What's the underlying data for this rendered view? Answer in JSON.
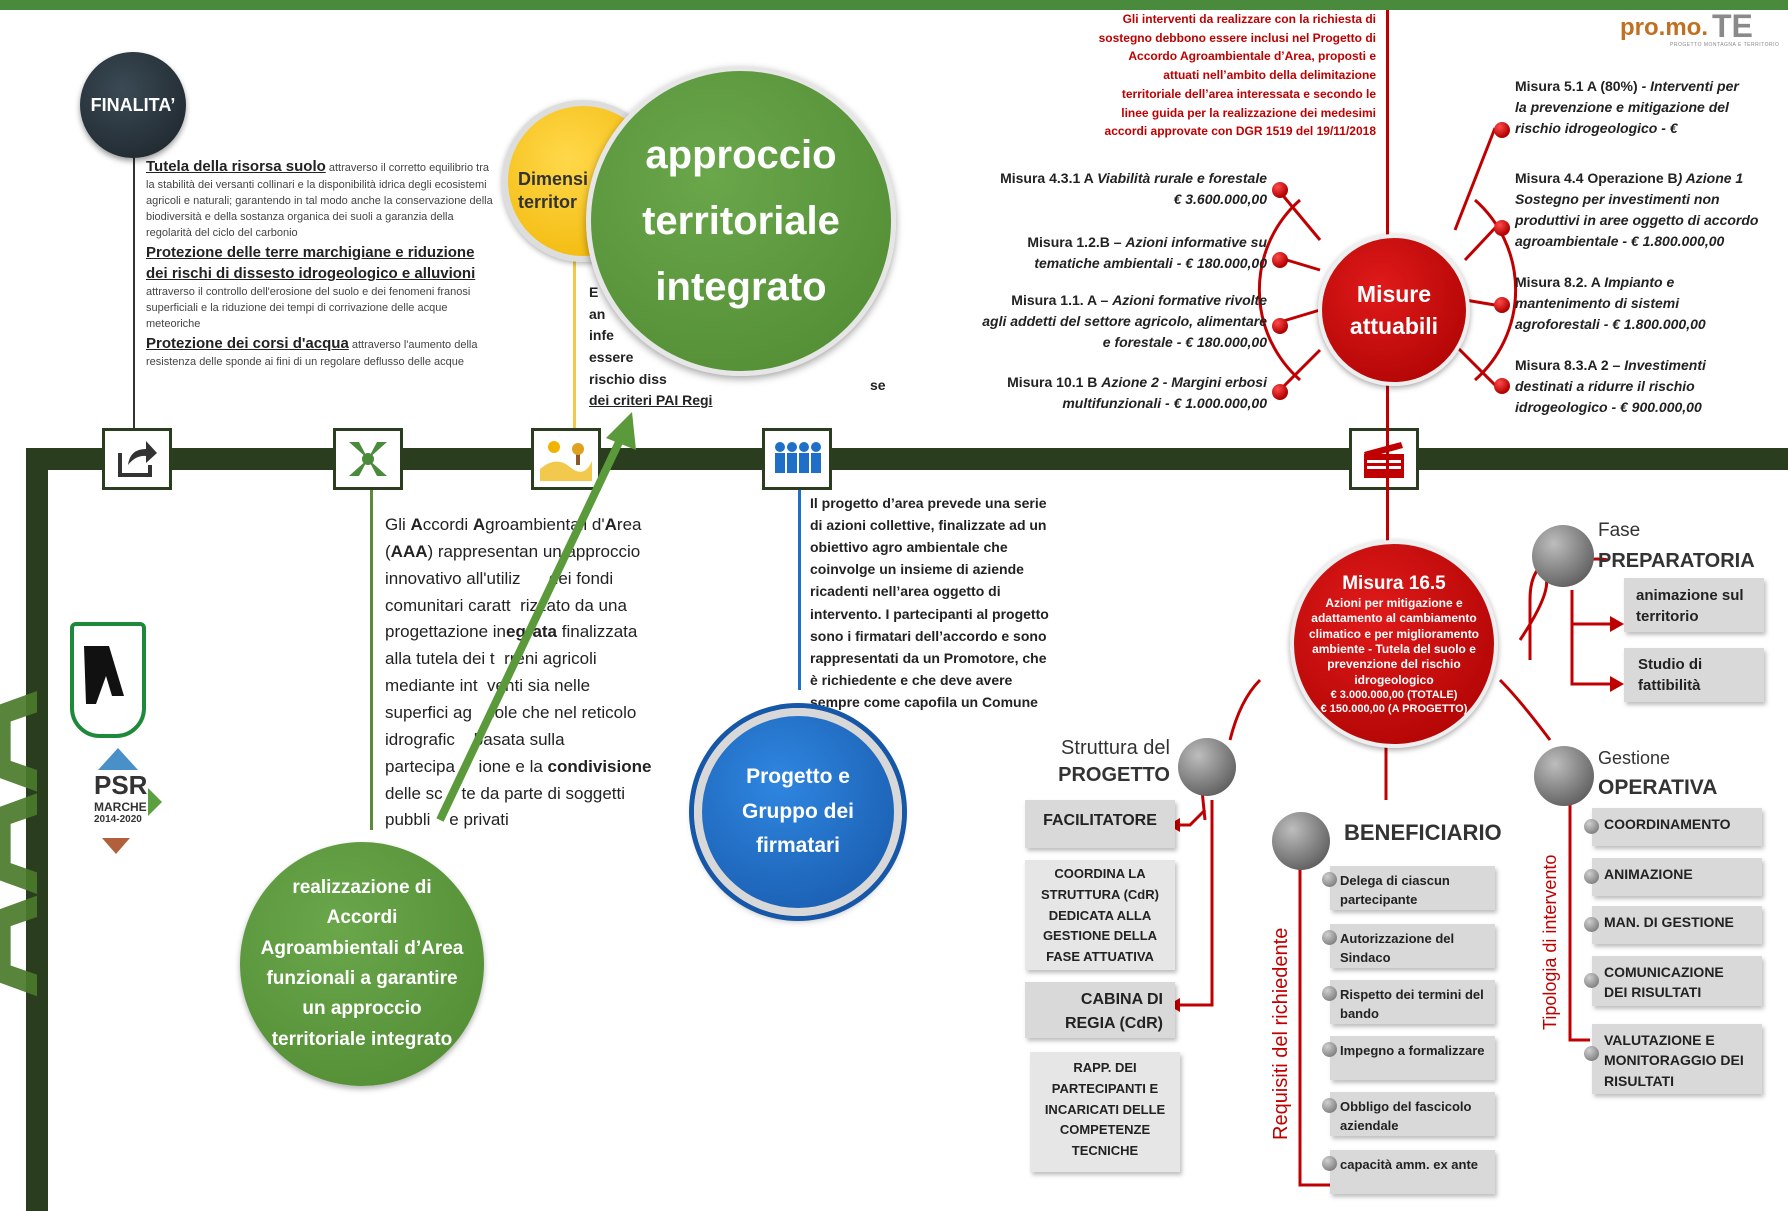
{
  "logo": {
    "text": "pro.mo.",
    "mark": "TE",
    "tagline": "PROGETTO MONTAGNA E TERRITORIO"
  },
  "finalita": {
    "badge": "FINALITA’",
    "p1_title": "Tutela della risorsa suolo",
    "p1_text": " attraverso il corretto equilibrio tra la stabilità dei versanti collinari e la disponibilità idrica degli ecosistemi agricoli e naturali; garantendo in tal modo anche la conservazione della biodiversità e della sostanza organica dei suoli a garanzia della regolarità del ciclo del carbonio",
    "p2_title": "Protezione delle terre marchigiane e riduzione dei rischi di dissesto idrogeologico e alluvioni",
    "p2_text": " attraverso il controllo dell'erosione del suolo e dei fenomeni franosi superficiali e la riduzione dei tempi di corrivazione delle acque meteoriche",
    "p3_title": "Protezione dei corsi d'acqua",
    "p3_text": " attraverso l'aumento della resistenza delle sponde ai fini di un regolare deflusso delle acque"
  },
  "dimensione": {
    "badge_l1": "Dimensi",
    "badge_l2": "territor",
    "text_l1": "E",
    "text_l2": "an",
    "text_l3": "infe",
    "text_l4": "essere",
    "text_l5": "rischio diss",
    "text_l6": "dei criteri PAI Regi",
    "text_tail": "se"
  },
  "big_circle": {
    "l1": "approccio",
    "l2": "territoriale",
    "l3": "integrato"
  },
  "aaa_text": {
    "parts": [
      "Gli ",
      "A",
      "ccordi ",
      "A",
      "groambie",
      "ntali d'",
      "A",
      "rea"
    ],
    "line2a": "(",
    "line2b": "AAA",
    "line2c": ") rappresentan",
    "line2d": "un approccio",
    "line3": "innovativo all'utiliz      dei fondi",
    "line4": "comunitari caratt  rizzato da una",
    "line5a": "progettazione in",
    "line5b": "egrata",
    "line5c": " finalizzata",
    "line6": "alla tutela dei t  rreni agricoli",
    "line7": "mediante int  venti sia nelle",
    "line8": "superfici ag   cole che nel reticolo",
    "line9": "idrografic    basata sulla",
    "line10a": "partecipa     ione e la ",
    "line10b": "condivisione",
    "line11": "delle sc    te da parte di soggetti",
    "line12": "pubbli    e privati"
  },
  "green_circle": {
    "l1": "realizzazione di",
    "l2": "Accordi",
    "l3": "Agroambientali d’Area",
    "l4": "funzionali a garantire",
    "l5": "un approccio",
    "l6": "territoriale integrato"
  },
  "progetto_text": [
    "Il progetto d’area prevede una serie",
    "di azioni collettive, finalizzate ad un",
    "obiettivo agro ambientale che",
    "coinvolge un insieme di aziende",
    "ricadenti nell’area oggetto di",
    "intervento. I partecipanti al progetto",
    "sono i firmatari dell’accordo e sono",
    "rappresentati da un Promotore, che",
    "è richiedente e che deve avere",
    "sempre come capofila un Comune"
  ],
  "blue_circle": {
    "l1": "Progetto e",
    "l2": "Gruppo dei",
    "l3": "firmatari"
  },
  "interventi_note": [
    "Gli interventi da realizzare con la richiesta di",
    "sostegno debbono essere inclusi nel Progetto di",
    "Accordo Agroambientale d’Area, proposti e",
    "attuati nell’ambito della delimitazione",
    "territoriale dell’area interessata e secondo le",
    "linee guida per la realizzazione dei medesimi",
    "accordi approvate con DGR 1519 del 19/11/2018"
  ],
  "misure_hub": {
    "l1": "Misure",
    "l2": "attuabili"
  },
  "measures_left": [
    {
      "name": "Misura 4.3.1 A ",
      "desc": "Viabilità rurale e forestale",
      "amount": "€ 3.600.000,00"
    },
    {
      "name": "Misura 1.2.B – ",
      "desc": "Azioni informative su",
      "amount": "tematiche ambientali - € 180.000,00"
    },
    {
      "name": "Misura 1.1. A – ",
      "desc": "Azioni formative rivolte",
      "l2": "agli addetti del settore agricolo, alimentare",
      "amount": "e forestale - € 180.000,00"
    },
    {
      "name": "Misura 10.1 B ",
      "desc": "Azione 2 - Margini erbosi",
      "amount": "multifunzionali - € 1.000.000,00"
    }
  ],
  "measures_right": [
    {
      "name": "Misura 5.1 A (80%) ",
      "desc": "- Interventi per",
      "l2": "la prevenzione e mitigazione del",
      "l3": "rischio idrogeologico - €"
    },
    {
      "name": "Misura 4.4 Operazione B",
      "desc": ") Azione 1",
      "l2": "Sostegno per investimenti non",
      "l3": "produttivi in aree oggetto di accordo",
      "l4": "agroambientale - € 1.800.000,00"
    },
    {
      "name": "Misura 8.2. A ",
      "desc": "Impianto e",
      "l2": "mantenimento di sistemi",
      "l3": "agroforestali - € 1.800.000,00"
    },
    {
      "name": "Misura 8.3.A 2 – ",
      "desc": "Investimenti",
      "l2": "destinati a ridurre il rischio",
      "l3": "idrogeologico - € 900.000,00"
    }
  ],
  "misura165": {
    "title": "Misura 16.5",
    "l1": "Azioni per mitigazione e",
    "l2": "adattamento al cambiamento",
    "l3": "climatico e per miglioramento",
    "l4": "ambiente - Tutela del suolo e",
    "l5": "prevenzione del rischio",
    "l6": "idrogeologico",
    "l7": "€ 3.000.000,00 (TOTALE)",
    "l8": "€ 150.000,00 (A PROGETTO)"
  },
  "fase": {
    "t1": "Fase",
    "t2": "PREPARATORIA",
    "items": [
      "animazione sul territorio",
      "Studio di fattibilità"
    ]
  },
  "struttura": {
    "t1": "Struttura del",
    "t2": "PROGETTO",
    "facilitatore": "FACILITATORE",
    "fac_desc": [
      "COORDINA LA",
      "STRUTTURA (CdR)",
      "DEDICATA ALLA",
      "GESTIONE DELLA",
      "FASE ATTUATIVA"
    ],
    "cabina": [
      "CABINA DI",
      "REGIA (CdR)"
    ],
    "cabina_desc": [
      "RAPP. DEI",
      "PARTECIPANTI E",
      "INCARICATI DELLE",
      "COMPETENZE",
      "TECNICHE"
    ]
  },
  "beneficiario": {
    "title": "BENEFICIARIO",
    "vertical": "Requisiti del richiedente",
    "items": [
      "Delega di ciascun partecipante",
      "Autorizzazione del Sindaco",
      "Rispetto dei termini del bando",
      "Impegno a formalizzare",
      "Obbligo del fascicolo aziendale",
      "capacità amm. ex ante"
    ]
  },
  "gestione": {
    "t1": "Gestione",
    "t2": "OPERATIVA",
    "vertical": "Tipologia di intervento",
    "items": [
      "COORDINAMENTO",
      "ANIMAZIONE",
      "MAN. DI GESTIONE",
      "COMUNICAZIONE DEI RISULTATI",
      "VALUTAZIONE E MONITORAGGIO DEI RISULTATI"
    ]
  },
  "psr": {
    "l1": "PSR",
    "l2": "MARCHE",
    "l3": "2014-2020"
  },
  "aaa_big": "AAA",
  "colors": {
    "green_dark": "#2a3d1f",
    "green": "#5a8a3a",
    "red": "#c00000",
    "blue": "#1f6fc8",
    "gold": "#f5c518"
  }
}
